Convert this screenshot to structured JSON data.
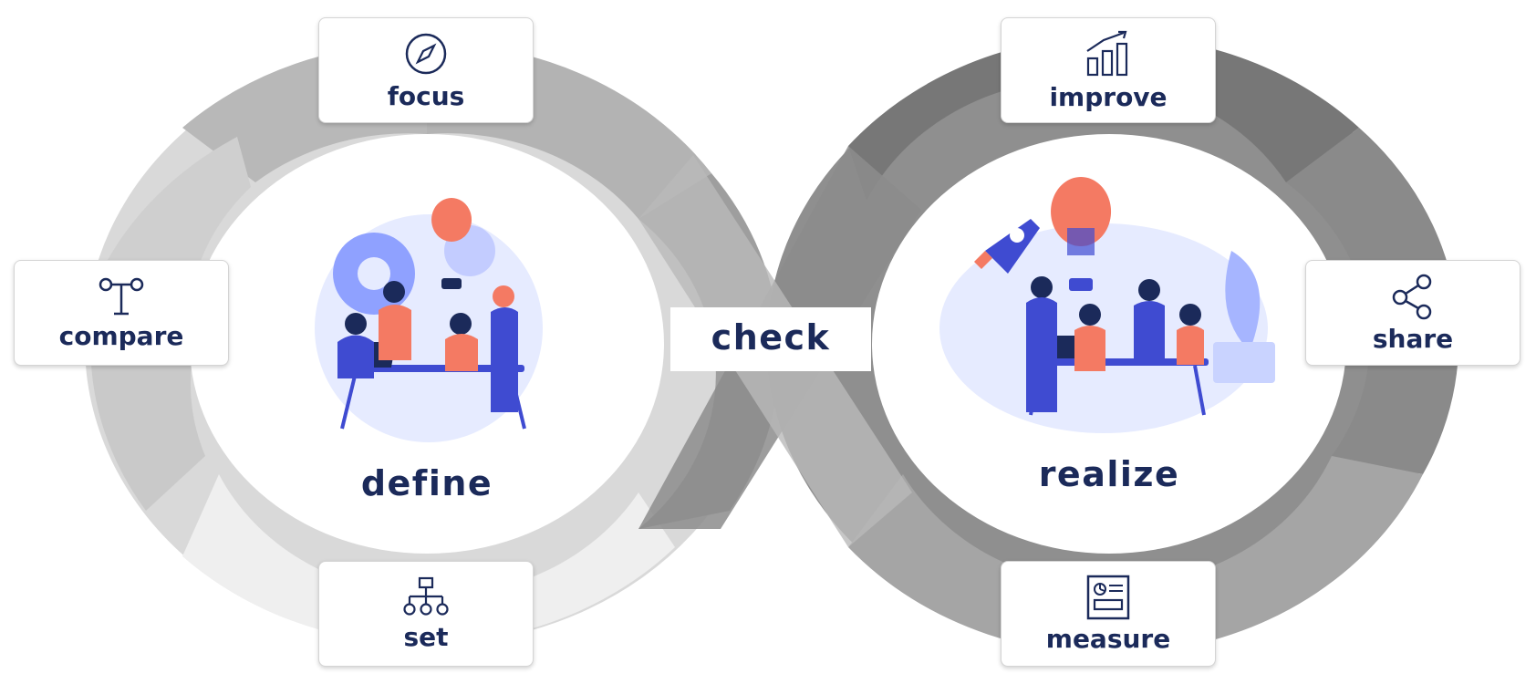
{
  "stages": {
    "left": {
      "label": "define"
    },
    "right": {
      "label": "realize"
    },
    "center": {
      "label": "check"
    }
  },
  "steps": {
    "focus": {
      "label": "focus",
      "icon": "compass-icon"
    },
    "compare": {
      "label": "compare",
      "icon": "balance-icon"
    },
    "set": {
      "label": "set",
      "icon": "hierarchy-icon"
    },
    "improve": {
      "label": "improve",
      "icon": "bar-chart-growth-icon"
    },
    "share": {
      "label": "share",
      "icon": "share-icon"
    },
    "measure": {
      "label": "measure",
      "icon": "report-icon"
    }
  },
  "colors": {
    "text": "#1b2a5a",
    "accent_blue": "#3f4bd1",
    "accent_coral": "#f47a63",
    "light_blue": "#c9d3ff",
    "gray_light": "#efefef",
    "gray_mid": "#bdbdbd",
    "gray_dark": "#7b7b7b"
  }
}
